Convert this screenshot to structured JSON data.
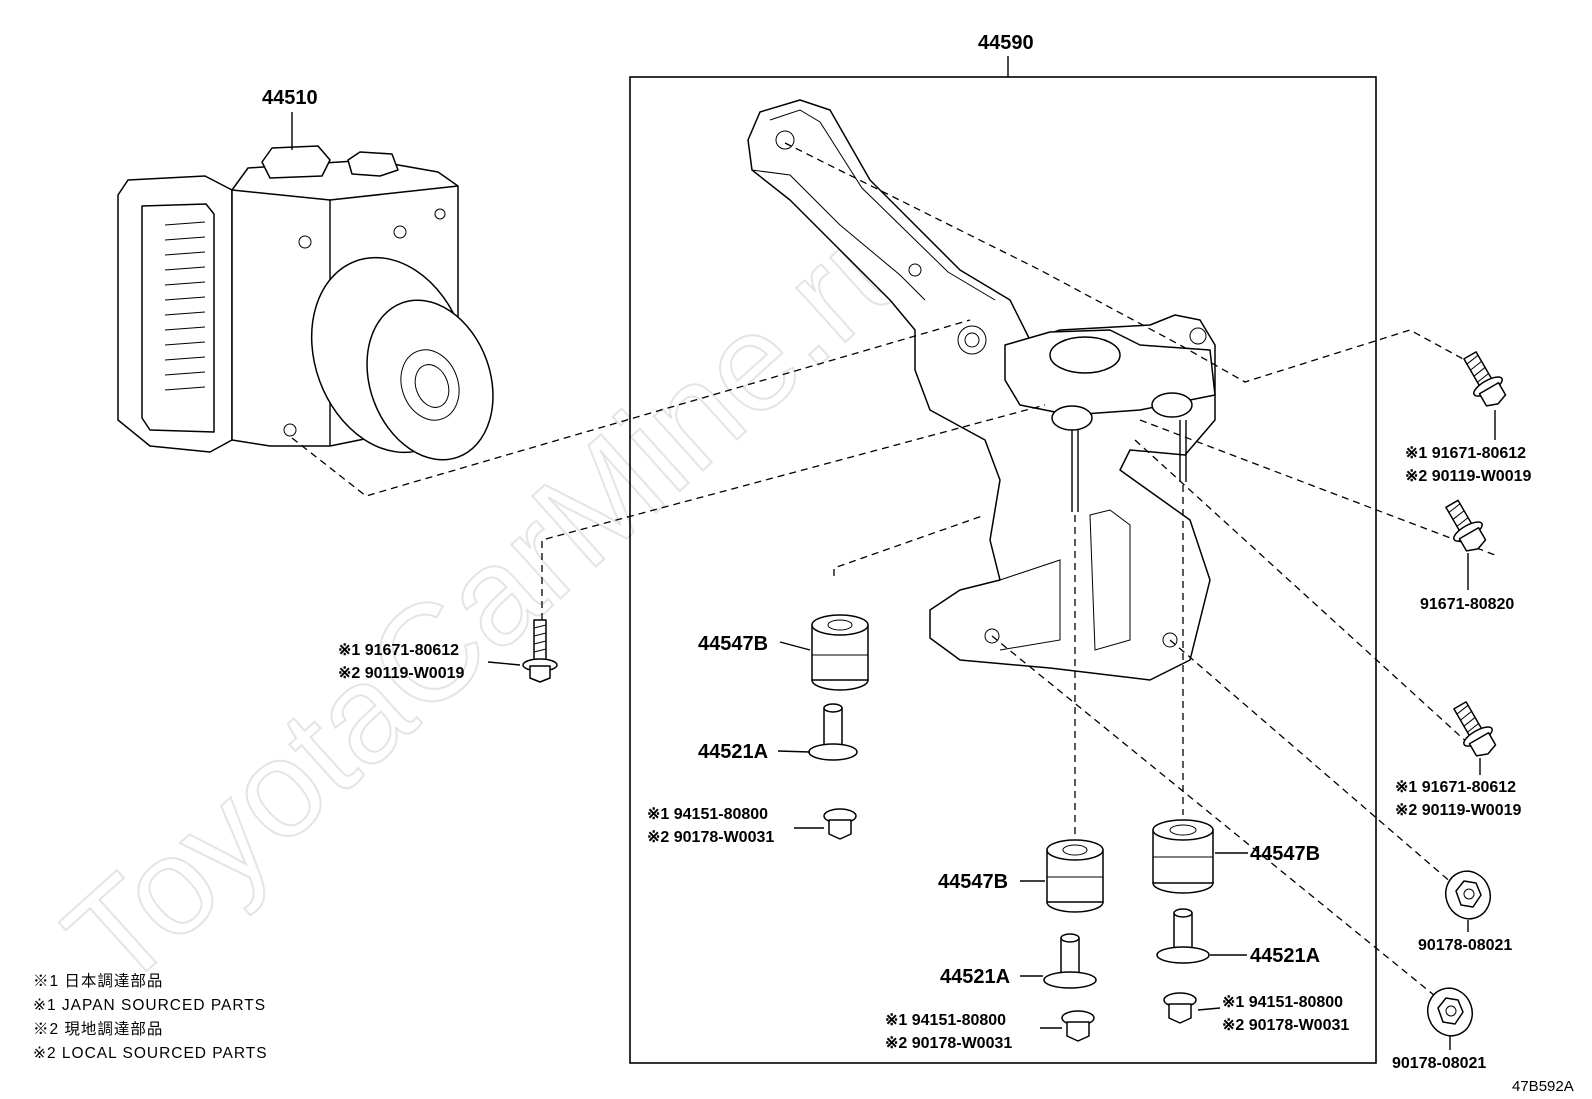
{
  "watermark": "ToyotaCarMine.ru",
  "figure_code": "47B592A",
  "callouts": {
    "actuator": "44510",
    "bracket_assy": "44590",
    "cushion_left": "44547B",
    "cushion_mid": "44547B",
    "cushion_right": "44547B",
    "collar_left": "44521A",
    "collar_mid": "44521A",
    "collar_right": "44521A"
  },
  "fasteners": {
    "left_bolt": [
      "※1  91671-80612",
      "※2  90119-W0019"
    ],
    "left_nut": [
      "※1  94151-80800",
      "※2  90178-W0031"
    ],
    "mid_nut": [
      "※1  94151-80800",
      "※2  90178-W0031"
    ],
    "right_nut": [
      "※1  94151-80800",
      "※2  90178-W0031"
    ],
    "right_bolt_top": [
      "※1  91671-80612",
      "※2  90119-W0019"
    ],
    "right_bolt_mid": "91671-80820",
    "right_bolt_low": [
      "※1  91671-80612",
      "※2  90119-W0019"
    ],
    "flange_nut_1": "90178-08021",
    "flange_nut_2": "90178-08021"
  },
  "legend": [
    "※1 日本調達部品",
    "※1 JAPAN SOURCED PARTS",
    "※2 現地調達部品",
    "※2 LOCAL SOURCED PARTS"
  ],
  "icons": [
    "abs-actuator-icon",
    "bracket-icon",
    "bolt-icon",
    "nut-icon",
    "cushion-icon",
    "collar-icon"
  ]
}
